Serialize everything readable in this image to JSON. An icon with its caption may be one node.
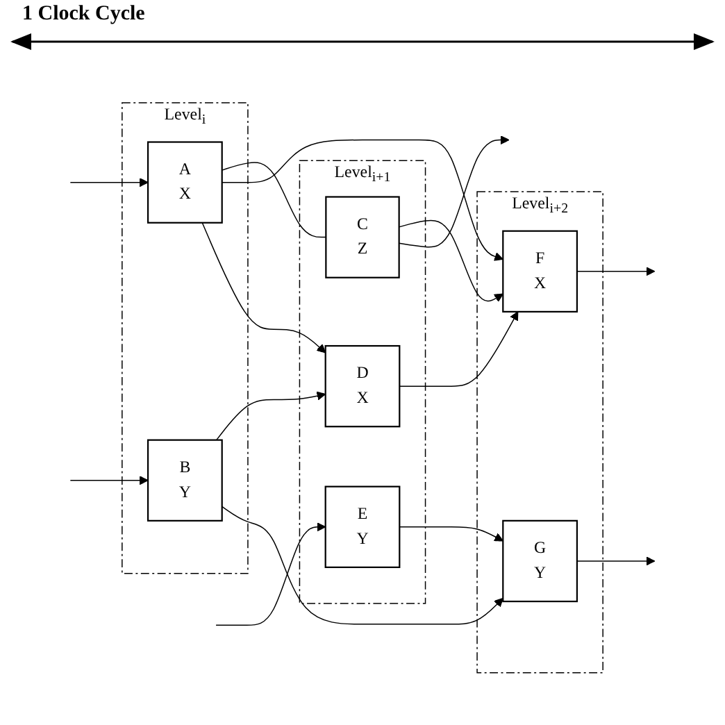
{
  "diagram": {
    "nodes": [
      {
        "text": [
          "Level$_{i}$"
        ]
      },
      {
        "text": [
          "A",
          "X"
        ],
        "in": 0
      },
      {
        "text": [
          "B",
          "Y"
        ],
        "in": 0
      },
      {
        "text": [
          "Level$_{i+1}$"
        ]
      },
      {
        "text": [
          "C",
          "Z"
        ],
        "in": 3
      },
      {
        "text": [
          "D",
          "X"
        ],
        "in": 3
      },
      {
        "text": [
          "E",
          "Y"
        ],
        "in": 3
      },
      {
        "text": [
          "Level$_{i+2}$"
        ]
      },
      {
        "text": [
          "F",
          "X"
        ],
        "in": 7
      },
      {
        "text": [
          "G",
          "Y"
        ],
        "in": 7
      }
    ],
    "edges": [
      {
        "from": null,
        "to": 1,
        "arrow": "to"
      },
      {
        "from": 1,
        "to": 4,
        "arrow": "none"
      },
      {
        "from": 4,
        "to": 8,
        "arrow": "to"
      },
      {
        "from": 4,
        "to": null,
        "arrow": "to"
      },
      {
        "from": 1,
        "to": 8,
        "arrow": "to"
      },
      {
        "from": 1,
        "to": 5,
        "arrow": "to"
      },
      {
        "from": 5,
        "to": 8,
        "arrow": "to"
      },
      {
        "from": 8,
        "to": null,
        "arrow": "to"
      },
      {
        "from": null,
        "to": 2,
        "arrow": "to"
      },
      {
        "from": 2,
        "to": 5,
        "arrow": "to"
      },
      {
        "from": 2,
        "to": 9,
        "arrow": "to"
      },
      {
        "from": 6,
        "to": 9,
        "arrow": "to"
      },
      {
        "from": null,
        "to": 6,
        "arrow": "to"
      },
      {
        "from": 9,
        "to": null,
        "arrow": "to"
      }
    ],
    "labels": [
      "1 Clock Cycle"
    ]
  }
}
